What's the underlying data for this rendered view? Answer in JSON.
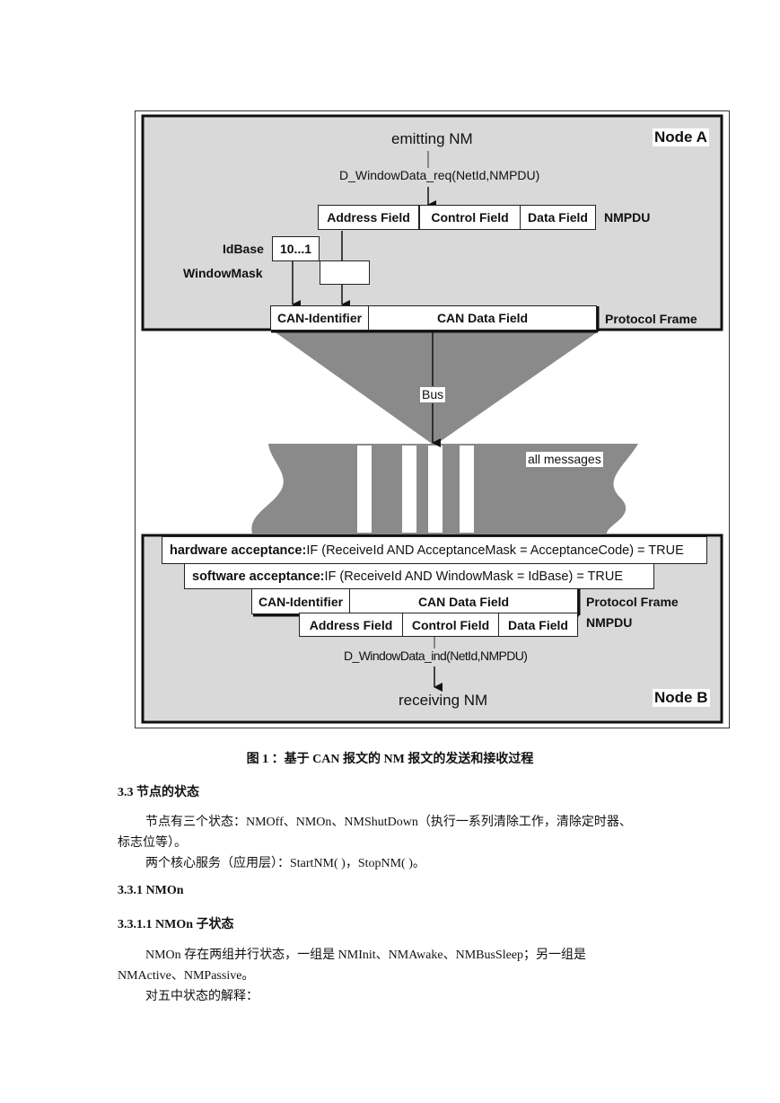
{
  "figure": {
    "node_a": "Node A",
    "node_b": "Node B",
    "emitting": "emitting NM",
    "req_primitive": "D_WindowData_req(NetId,NMPDU)",
    "nmpdu_label": "NMPDU",
    "nmpdu_fields": [
      "Address Field",
      "Control Field",
      "Data Field"
    ],
    "idbase_label": "IdBase",
    "idbase_value": "10...1",
    "windowmask_label": "WindowMask",
    "frame_fields": [
      "CAN-Identifier",
      "CAN Data Field"
    ],
    "protocol_frame": "Protocol Frame",
    "bus": "Bus",
    "all_messages": "all messages",
    "hw_acceptance_label": "hardware acceptance:",
    "hw_acceptance_rule": " IF (ReceiveId AND AcceptanceMask = AcceptanceCode) = TRUE",
    "sw_acceptance_label": "software acceptance:",
    "sw_acceptance_rule": " IF (ReceiveId AND WindowMask = IdBase) = TRUE",
    "ind_primitive": "D_WindowData_ind(NetId,NMPDU)",
    "receiving": "receiving NM"
  },
  "caption": "图 1 ：基于 CAN  报文的 NM 报文的发送和接收过程",
  "section_3_3": "3.3  节点的状态",
  "para1_line1": "节点有三个状态：NMOff、NMOn、NMShutDown（执行一系列清除工作，清除定时器、",
  "para1_line2": "标志位等）。",
  "para2": "两个核心服务（应用层）：StartNM( )，StopNM( )。",
  "section_3_3_1": "3.3.1  NMOn",
  "section_3_3_1_1": "3.3.1.1  NMOn 子状态",
  "para3_line1": "NMOn 存在两组并行状态，一组是 NMInit、NMAwake、NMBusSleep；另一组是",
  "para3_line2": "NMActive、NMPassive。",
  "para4": "对五中状态的解释："
}
